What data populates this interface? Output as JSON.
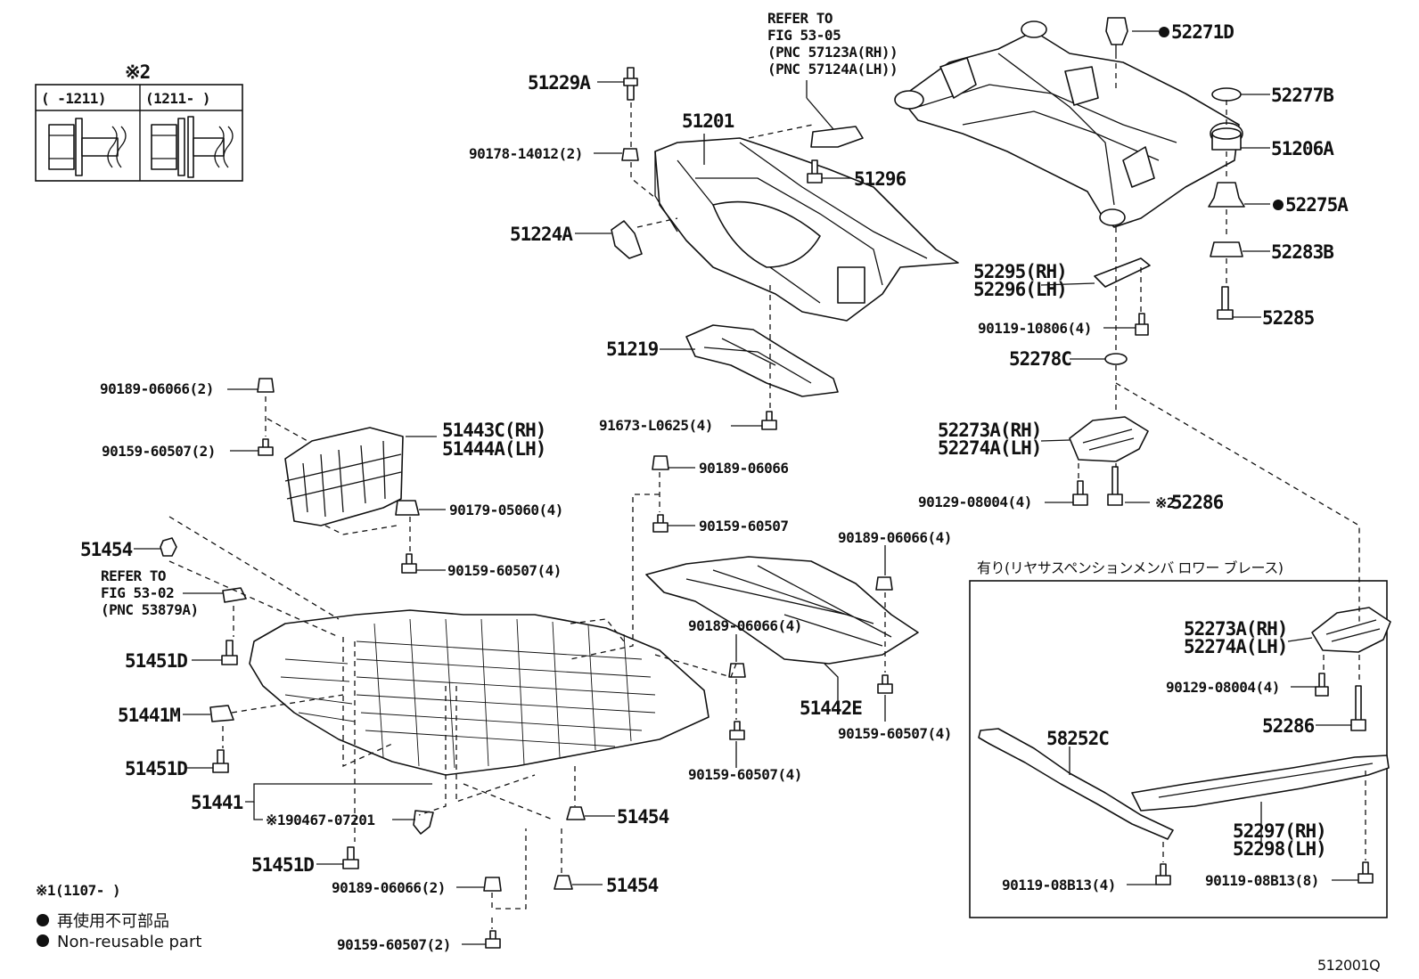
{
  "figure_code": "512001Q",
  "refers": {
    "fig_53_05": [
      "REFER TO",
      "FIG 53-05",
      "(PNC 57123A(RH))",
      "(PNC 57124A(LH))"
    ],
    "fig_53_02": [
      "REFER TO",
      "FIG 53-02",
      "(PNC 53879A)"
    ]
  },
  "inset_table": {
    "mark": "※2",
    "col1": "(    -1211)",
    "col2": "(1211-     )"
  },
  "labels": {
    "p52271D": "52271D",
    "p52277B": "52277B",
    "p51206A": "51206A",
    "p52275A": "52275A",
    "p52283B": "52283B",
    "p52285": "52285",
    "p52295_rh": "52295(RH)",
    "p52296_lh": "52296(LH)",
    "p90119_10806": "90119-10806(4)",
    "p52278C": "52278C",
    "p52273A_rh": "52273A(RH)",
    "p52274A_lh": "52274A(LH)",
    "p90129_08004": "90129-08004(4)",
    "p52286_mark": "※2",
    "p52286": "52286",
    "p51229A": "51229A",
    "p90178": "90178-14012(2)",
    "p51201": "51201",
    "p51296": "51296",
    "p51224A": "51224A",
    "p51219": "51219",
    "p91673": "91673-L0625(4)",
    "p90189_06066_2a": "90189-06066(2)",
    "p90159_60507_2a": "90159-60507(2)",
    "p51443C": "51443C(RH)",
    "p51444A": "51444A(LH)",
    "p90179": "90179-05060(4)",
    "p90159_60507_4a": "90159-60507(4)",
    "p90189_06066_a": "90189-06066",
    "p90159_60507_a": "90159-60507",
    "p51454_a": "51454",
    "p51451D_a": "51451D",
    "p51441M": "51441M",
    "p51451D_b": "51451D",
    "p51441": "51441",
    "p90467": "※190467-07201",
    "p51454_b": "51454",
    "p51451D_c": "51451D",
    "p51454_c": "51454",
    "p90189_06066_2b": "90189-06066(2)",
    "p90159_60507_2b": "90159-60507(2)",
    "p90189_06066_4a": "90189-06066(4)",
    "p90189_06066_4b": "90189-06066(4)",
    "p51442E": "51442E",
    "p90159_60507_4b": "90159-60507(4)",
    "p90159_60507_4c": "90159-60507(4)",
    "box_title": "有り(リヤサスペンションメンバ ロワー ブレース)",
    "p52273A_rh_b": "52273A(RH)",
    "p52274A_lh_b": "52274A(LH)",
    "p90129_08004_b": "90129-08004(4)",
    "p52286_b": "52286",
    "p58252C": "58252C",
    "p52297_rh": "52297(RH)",
    "p52298_lh": "52298(LH)",
    "p90119_08B13_4": "90119-08B13(4)",
    "p90119_08B13_8": "90119-08B13(8)"
  },
  "notes": {
    "note1": "※1(1107-      )",
    "legend_jp": "再使用不可部品",
    "legend_en": "Non-reusable part"
  }
}
